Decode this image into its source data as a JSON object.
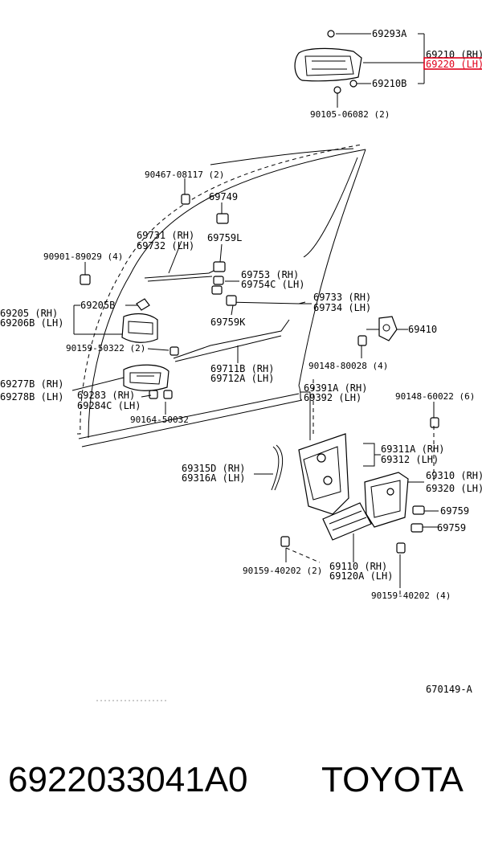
{
  "callouts": {
    "p69293A": "69293A",
    "p69210": "69210 (RH)",
    "p69220": "69220 (LH)",
    "p69210B": "69210B",
    "p90105": "90105-06082 (2)",
    "p90467": "90467-08117 (2)",
    "p69749": "69749",
    "p69731": "69731 (RH)",
    "p69732": "69732 (LH)",
    "p69759L": "69759L",
    "p90901": "90901-89029 (4)",
    "p69753": "69753  (RH)",
    "p69754C": "69754C (LH)",
    "p69205": "69205  (RH)",
    "p69206B": "69206B (LH)",
    "p69205B": "69205B",
    "p69733": "69733 (RH)",
    "p69734": "69734 (LH)",
    "p69759K": "69759K",
    "p69410": "69410",
    "p90159_322": "90159-50322 (2)",
    "p90148_028": "90148-80028 (4)",
    "p69711B": "69711B (RH)",
    "p69712A": "69712A (LH)",
    "p69277B": "69277B (RH)",
    "p69278B": "69278B (LH)",
    "p69283": "69283  (RH)",
    "p69284C": "69284C (LH)",
    "p69391A": "69391A (RH)",
    "p69392": "69392  (LH)",
    "p90148_022": "90148-60022 (6)",
    "p90164": "90164-50032",
    "p69311A": "69311A (RH)",
    "p69312": "69312  (LH)",
    "p69315D": "69315D (RH)",
    "p69316A": "69316A (LH)",
    "p69310": "69310 (RH)",
    "p69320": "69320 (LH)",
    "p69759a": "69759",
    "p69759b": "69759",
    "p69110": "69110  (RH)",
    "p69120A": "69120A (LH)",
    "p90159_202a": "90159-40202 (2)",
    "p90159_202b": "90159-40202 (4)",
    "diagram_id": "670149-A"
  },
  "highlight_color": "#e0001b",
  "caption": {
    "part_number": "6922033041A0",
    "brand": "TOYOTA"
  }
}
